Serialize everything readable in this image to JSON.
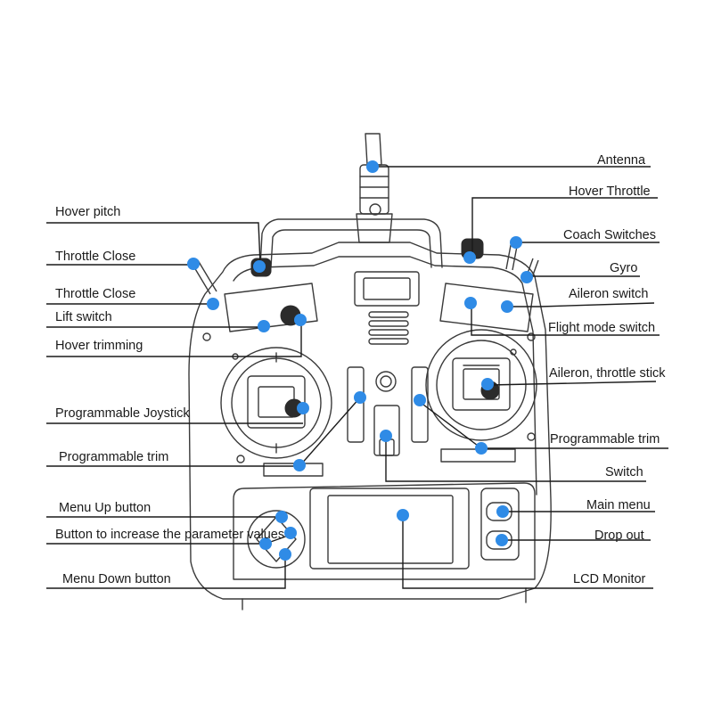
{
  "accent": "#2f8be6",
  "labels": {
    "antenna": "Antenna",
    "hover_throttle": "Hover Throttle",
    "coach_switches": "Coach Switches",
    "gyro": "Gyro",
    "aileron_switch": "Aileron switch",
    "flight_mode_switch": "Flight mode switch",
    "aileron_throttle_stick": "Aileron, throttle stick",
    "programmable_trim_right": "Programmable trim",
    "switch": "Switch",
    "main_menu": "Main menu",
    "drop_out": "Drop out",
    "lcd_monitor": "LCD Monitor",
    "hover_pitch": "Hover pitch",
    "throttle_close_1": "Throttle Close",
    "throttle_close_2": "Throttle Close",
    "lift_switch": "Lift switch",
    "hover_trimming": "Hover trimming",
    "programmable_joystick": "Programmable Joystick",
    "programmable_trim_left": "Programmable trim",
    "menu_up_button": "Menu Up button",
    "increase_parameter_button": "Button to increase the parameter values",
    "menu_down_button": "Menu Down button"
  }
}
